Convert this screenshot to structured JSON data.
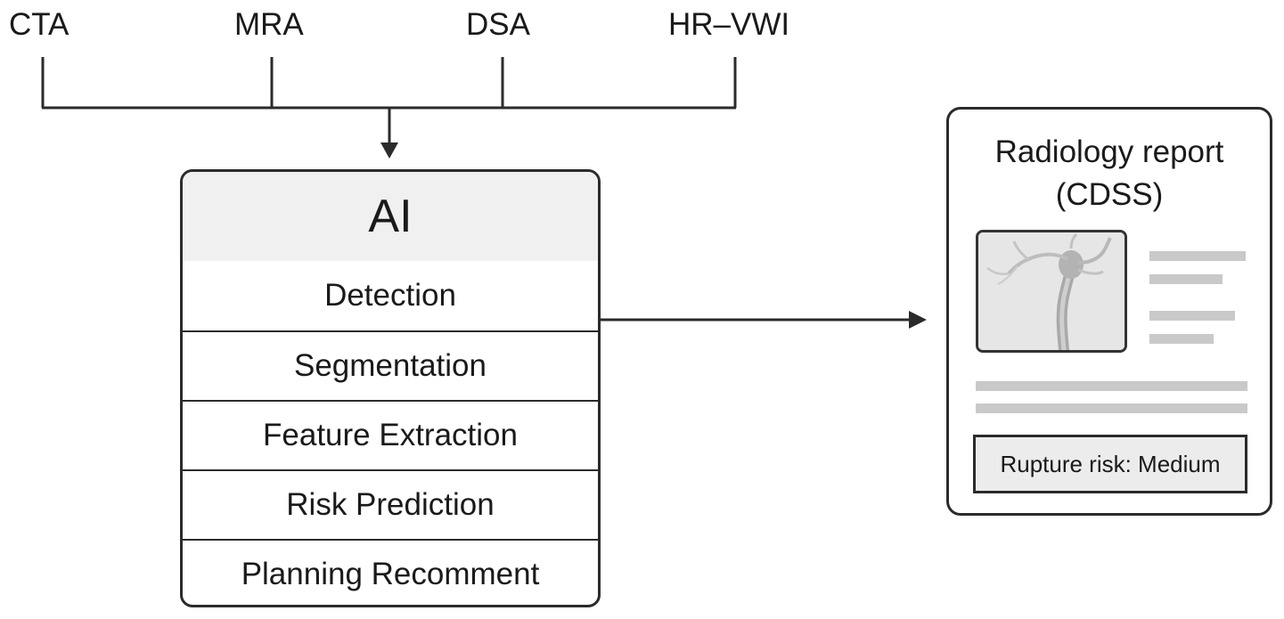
{
  "modalities": [
    "CTA",
    "MRA",
    "DSA",
    "HR–VWI"
  ],
  "ai": {
    "title": "AI",
    "steps": [
      "Detection",
      "Segmentation",
      "Feature Extraction",
      "Risk Prediction",
      "Planning Recomment"
    ]
  },
  "report": {
    "title_line1": "Radiology report",
    "title_line2": "(CDSS)",
    "risk": "Rupture risk: Medium"
  },
  "colors": {
    "line": "#2b2b2b",
    "header_bg": "#f0f0f0",
    "placeholder_line": "#c9c9c9",
    "risk_bg": "#ececec"
  },
  "icons": {
    "report_thumbnail": "vessel-angiogram-image"
  }
}
